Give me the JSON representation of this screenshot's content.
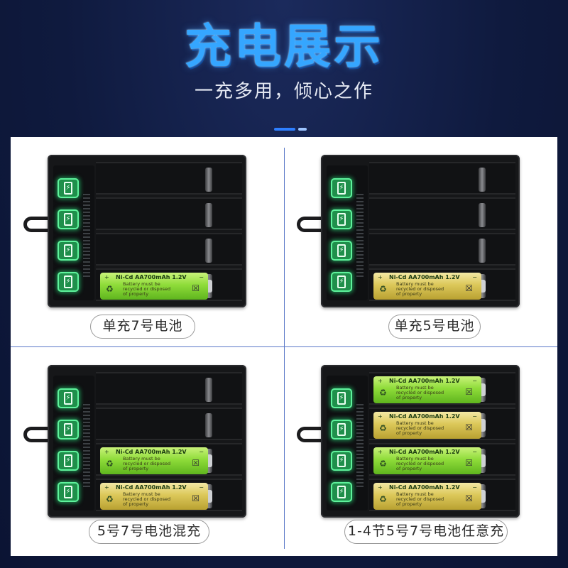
{
  "header": {
    "title": "充电展示",
    "subtitle": "一充多用，倾心之作"
  },
  "battery_text": {
    "model": "Ni-Cd AA700mAh 1.2V",
    "line1": "Battery must be",
    "line2": "recycled or disposed",
    "line3": "of property"
  },
  "panels": [
    {
      "caption": "单充7号电池",
      "slots": [
        "empty",
        "empty",
        "empty",
        "green"
      ]
    },
    {
      "caption": "单充5号电池",
      "slots": [
        "empty",
        "empty",
        "empty",
        "yellow"
      ]
    },
    {
      "caption": "5号7号电池混充",
      "slots": [
        "empty",
        "empty",
        "green",
        "yellow"
      ]
    },
    {
      "caption": "1-4节5号7号电池任意充",
      "slots": [
        "green",
        "yellow",
        "green",
        "yellow"
      ]
    }
  ],
  "colors": {
    "title_blue": "#35a6ff",
    "background_navy": "#0f1a3e",
    "led_green": "#1f8f4b",
    "battery_green": "#8fdc3a",
    "battery_yellow": "#dcc85a"
  },
  "icons": [
    "battery-charging-icon",
    "recycle-icon",
    "crossed-bin-icon"
  ]
}
